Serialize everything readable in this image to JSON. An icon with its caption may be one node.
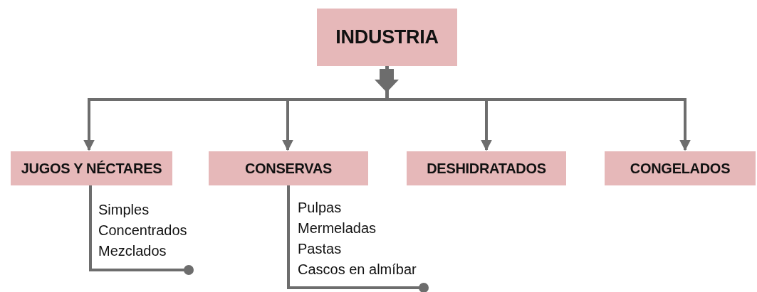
{
  "diagram": {
    "nodes": [
      {
        "text": [
          "INDUSTRIA"
        ]
      },
      {
        "text": [
          "JUGOS Y NÉCTARES"
        ]
      },
      {
        "text": [
          "CONSERVAS"
        ]
      },
      {
        "text": [
          "DESHIDRATADOS"
        ]
      },
      {
        "text": [
          "CONGELADOS"
        ]
      },
      {
        "text": [
          "Simples",
          "Concentrados",
          "Mezclados"
        ]
      },
      {
        "text": [
          "Pulpas",
          "Mermeladas",
          "Pastas",
          "Cascos en almíbar"
        ]
      }
    ],
    "edges": [
      {
        "from": 0,
        "to": 1,
        "arrow": "to"
      },
      {
        "from": 0,
        "to": 2,
        "arrow": "to"
      },
      {
        "from": 0,
        "to": 3,
        "arrow": "to"
      },
      {
        "from": 0,
        "to": 4,
        "arrow": "to"
      },
      {
        "from": 1,
        "to": 5,
        "arrow": "other"
      },
      {
        "from": 2,
        "to": 6,
        "arrow": "other"
      }
    ]
  }
}
